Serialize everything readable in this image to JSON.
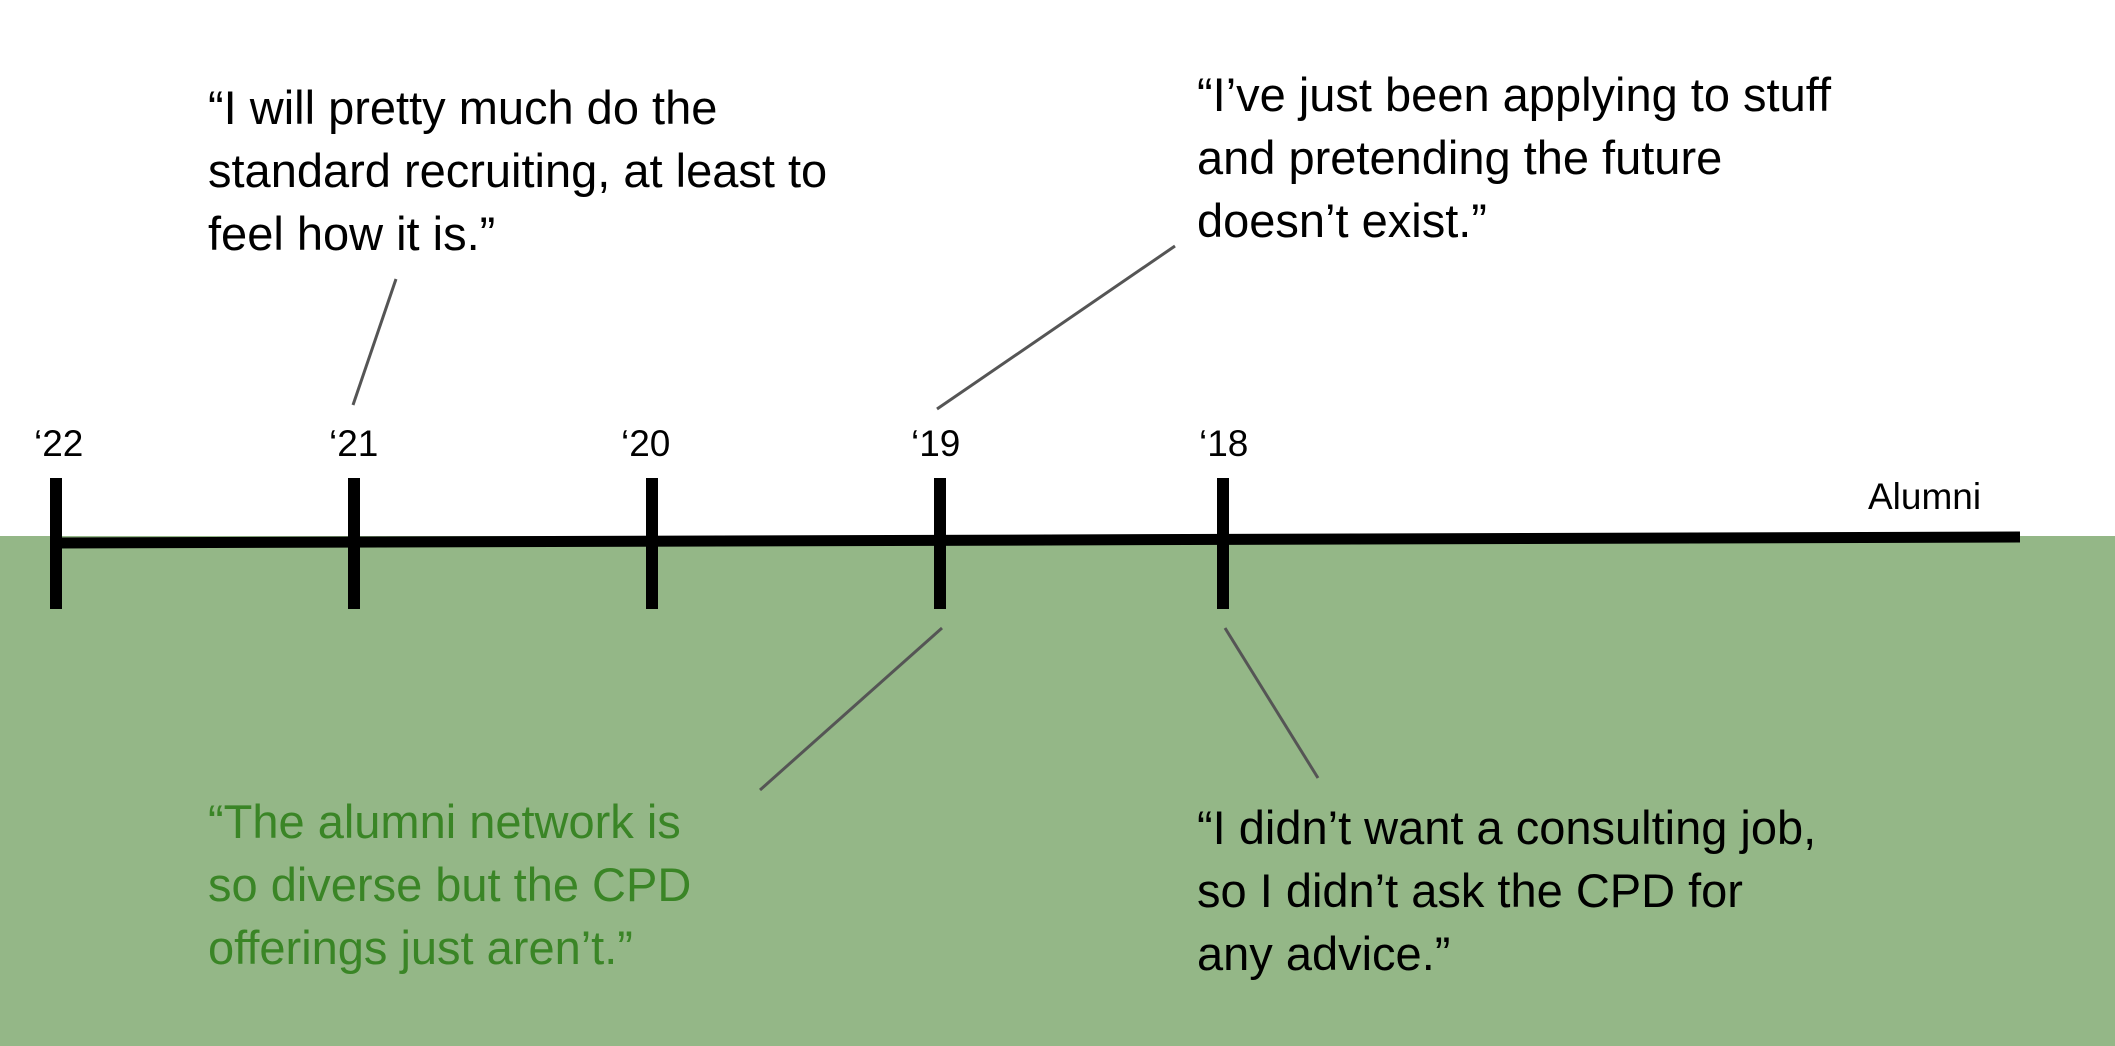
{
  "timeline": {
    "years": [
      "‘22",
      "‘21",
      "‘20",
      "‘19",
      "‘18"
    ],
    "end_label": "Alumni"
  },
  "quotes": {
    "q21": {
      "lines": [
        "“I will pretty much do the",
        "standard recruiting, at least to",
        "feel how it is.”"
      ]
    },
    "q19_top": {
      "lines": [
        "“I’ve just been applying to stuff",
        "and pretending the future",
        "doesn’t exist.”"
      ]
    },
    "q19_bottom": {
      "lines": [
        "“The alumni network is",
        "so diverse but the CPD",
        "offerings just aren’t.”"
      ]
    },
    "q18": {
      "lines": [
        "“I didn’t want a consulting job,",
        "so I didn’t ask the CPD for",
        "any advice.”"
      ]
    }
  },
  "colors": {
    "background": "#ffffff",
    "band": "#94b787",
    "accent_text": "#3a8526",
    "line": "#000000",
    "connector": "#555555"
  }
}
